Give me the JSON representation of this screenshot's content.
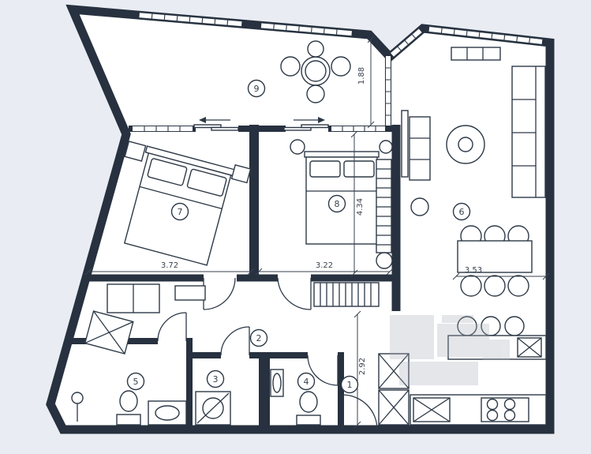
{
  "plan": {
    "rooms": [
      {
        "number": "1"
      },
      {
        "number": "2"
      },
      {
        "number": "3"
      },
      {
        "number": "4"
      },
      {
        "number": "5"
      },
      {
        "number": "6"
      },
      {
        "number": "7"
      },
      {
        "number": "8"
      },
      {
        "number": "9"
      }
    ],
    "dimensions": {
      "balcony_depth": "1.88",
      "bedroom_8_length": "4.34",
      "bedroom_7_width": "3.72",
      "bedroom_8_width": "3.22",
      "dining_width": "3.53",
      "entry_length": "2.92"
    }
  },
  "colors": {
    "background": "#e9edf3",
    "floor": "#ffffff",
    "wall": "#27313f",
    "line": "#2d3947",
    "dim": "#39424f",
    "watermark": "#a8aeb8"
  }
}
